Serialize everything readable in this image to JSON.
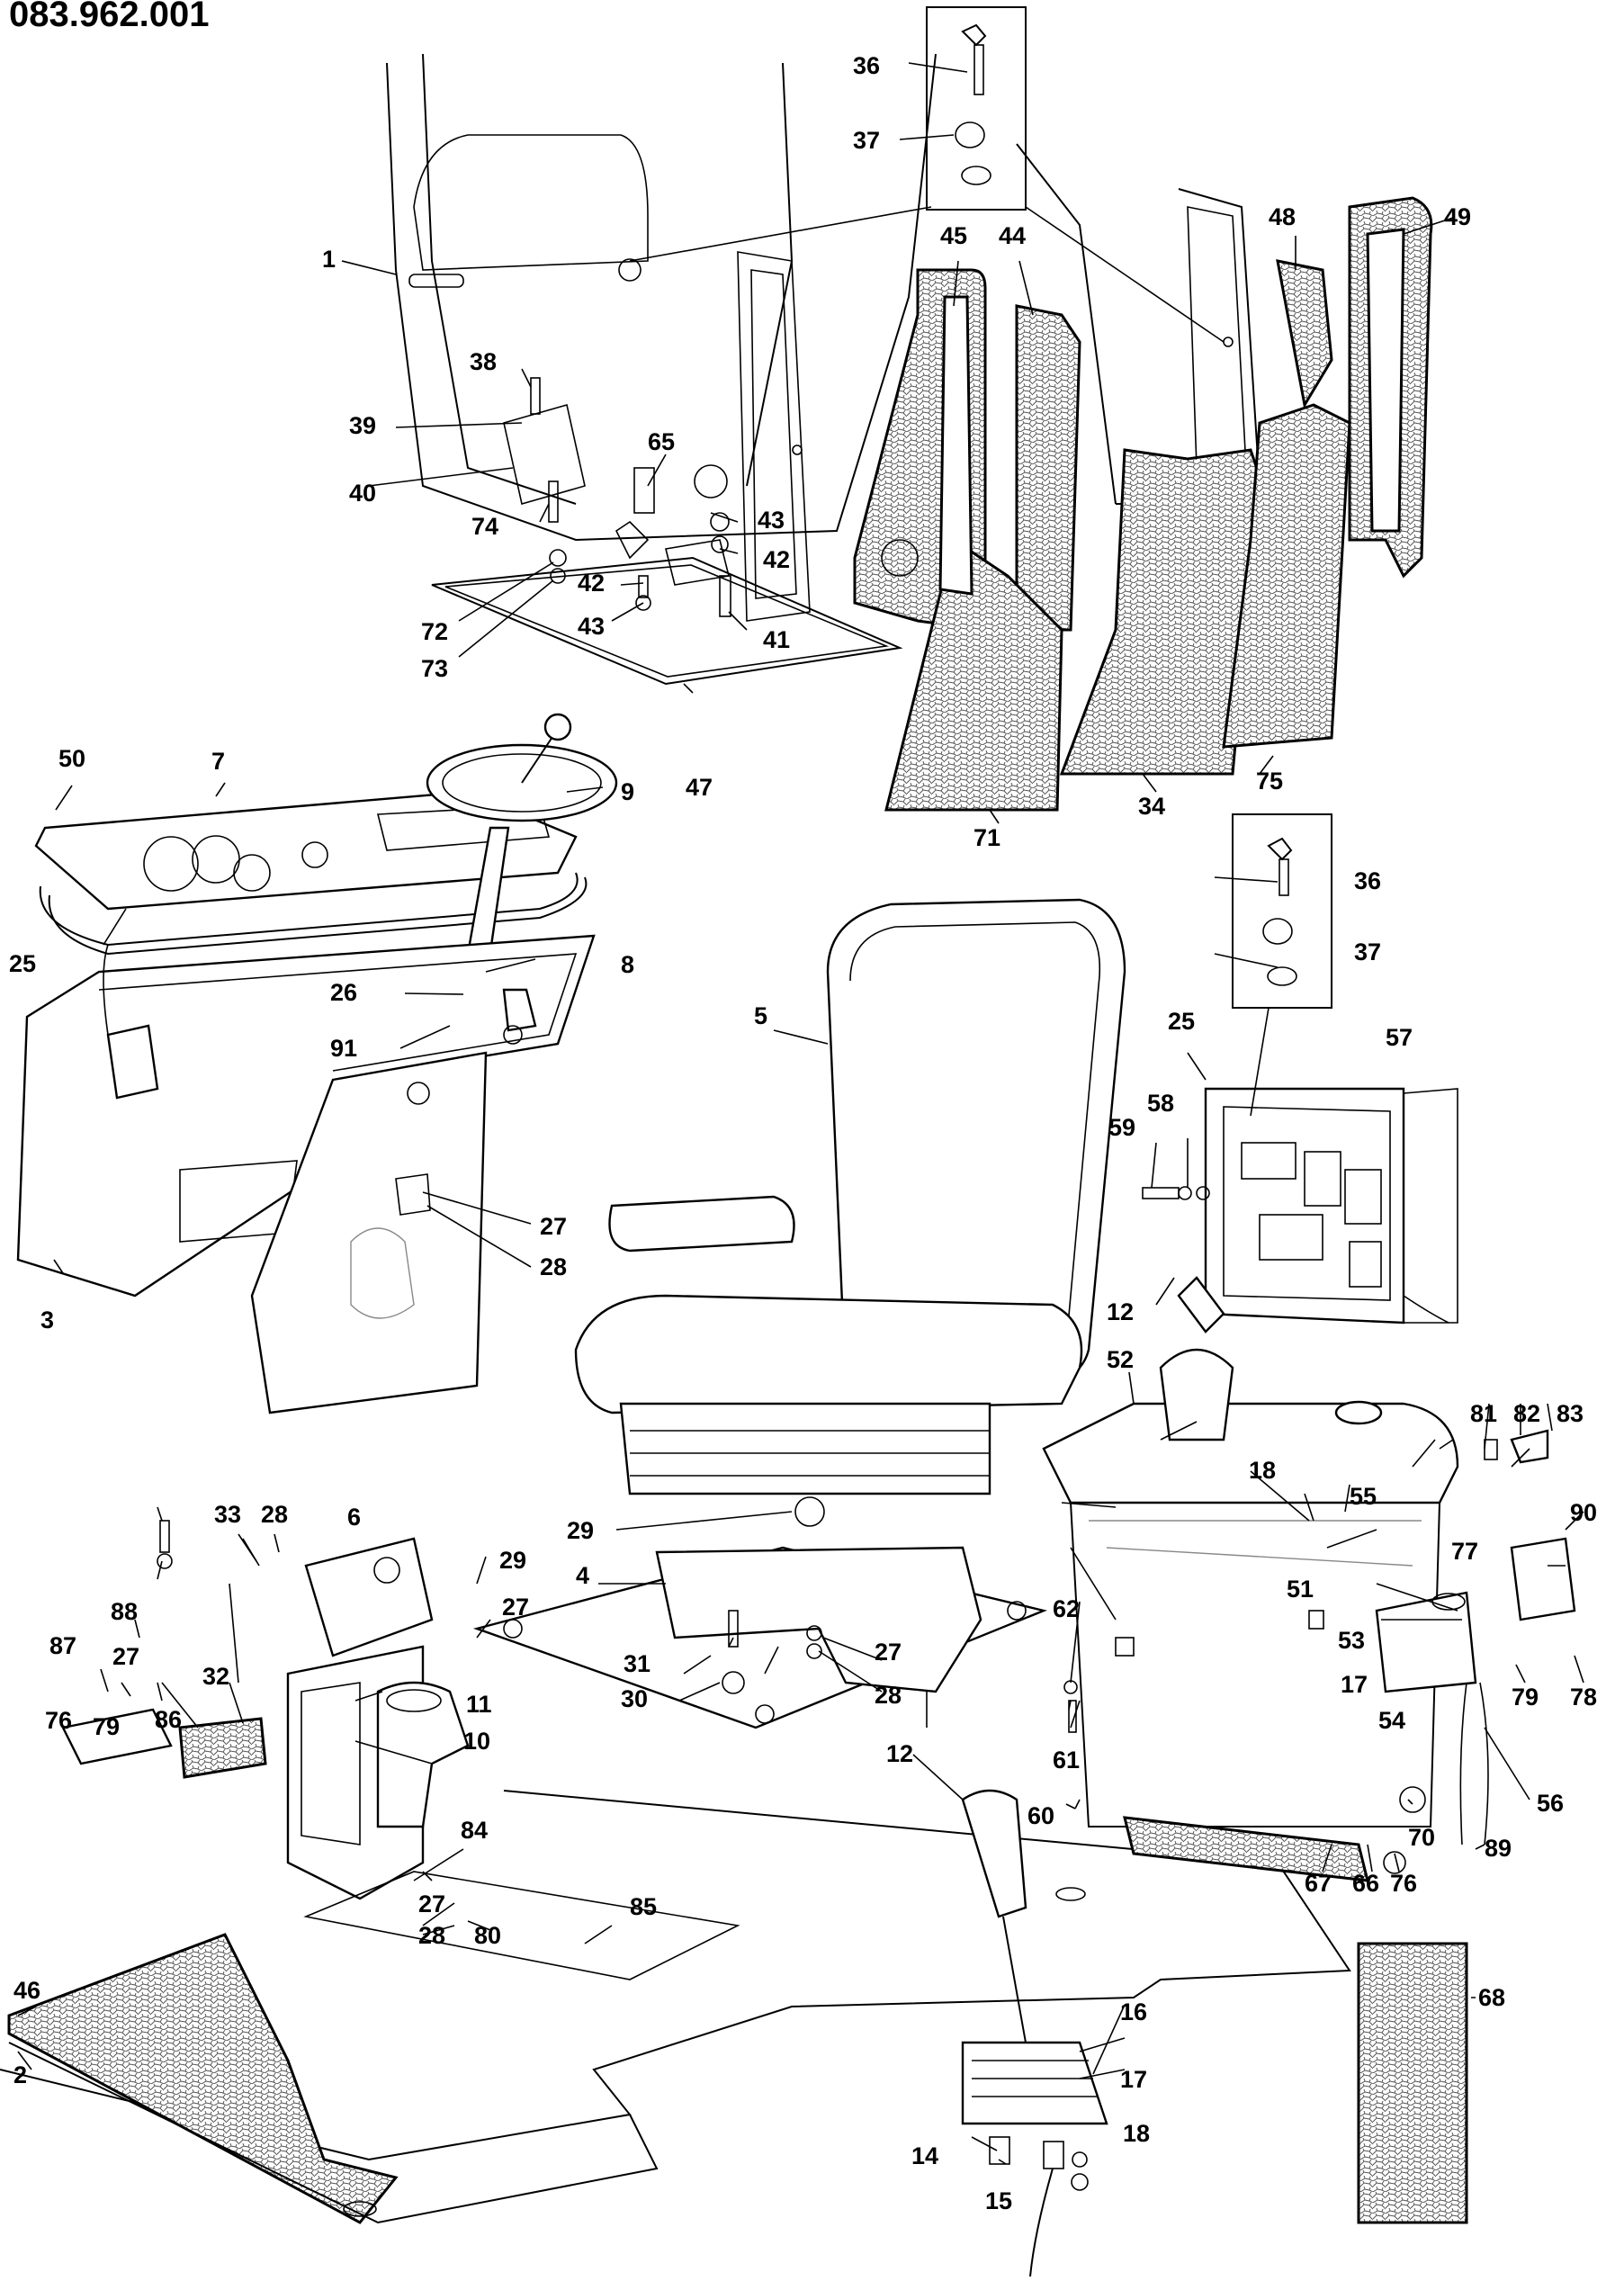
{
  "header": {
    "drawing_number": "083.962.001"
  },
  "callouts": [
    "1",
    "2",
    "3",
    "4",
    "5",
    "6",
    "7",
    "8",
    "9",
    "10",
    "11",
    "12",
    "14",
    "15",
    "16",
    "17",
    "18",
    "25",
    "26",
    "27",
    "28",
    "29",
    "30",
    "31",
    "32",
    "33",
    "34",
    "36",
    "37",
    "38",
    "39",
    "40",
    "41",
    "42",
    "43",
    "44",
    "45",
    "46",
    "47",
    "48",
    "49",
    "50",
    "51",
    "52",
    "53",
    "54",
    "55",
    "56",
    "57",
    "58",
    "59",
    "60",
    "61",
    "62",
    "65",
    "66",
    "67",
    "68",
    "70",
    "71",
    "72",
    "73",
    "74",
    "75",
    "76",
    "77",
    "78",
    "79",
    "80",
    "81",
    "82",
    "83",
    "84",
    "85",
    "86",
    "87",
    "88",
    "89",
    "90",
    "91"
  ]
}
